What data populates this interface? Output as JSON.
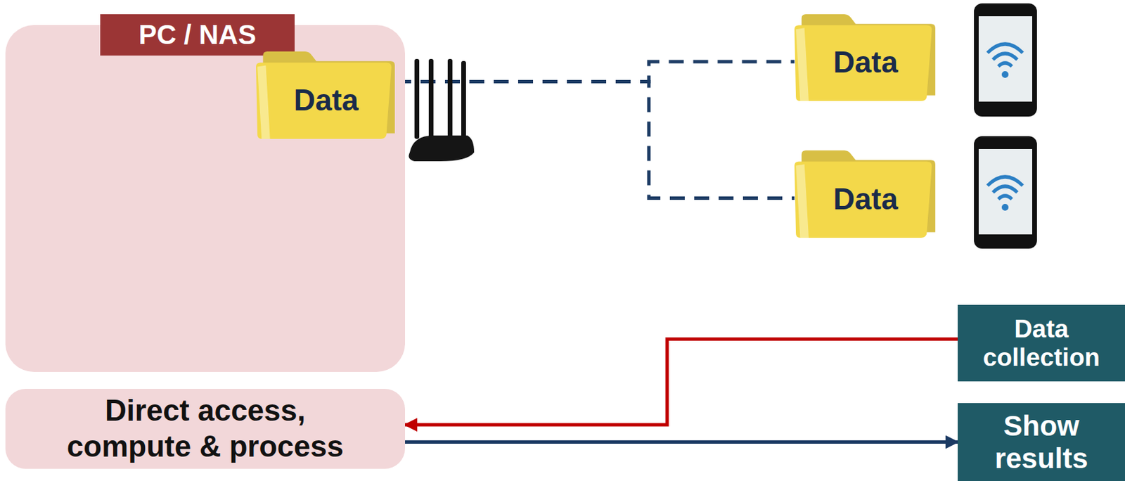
{
  "diagram": {
    "nodes": [
      {
        "text": [
          "PC / NAS"
        ]
      },
      {
        "text": [
          "Data"
        ],
        "in": 0
      },
      {
        "text": [
          "Data"
        ]
      },
      {
        "text": [
          "Data"
        ]
      },
      {
        "text": [
          "Direct access, compute & process"
        ]
      },
      {
        "text": [
          "Data collection"
        ]
      },
      {
        "text": [
          "Show results"
        ]
      }
    ],
    "edges": [
      {
        "from": 1,
        "to": 2,
        "arrow": "none"
      },
      {
        "from": 1,
        "to": 3,
        "arrow": "none"
      },
      {
        "from": 5,
        "to": 4,
        "arrow": "to"
      },
      {
        "from": 4,
        "to": 6,
        "arrow": "to"
      }
    ]
  }
}
